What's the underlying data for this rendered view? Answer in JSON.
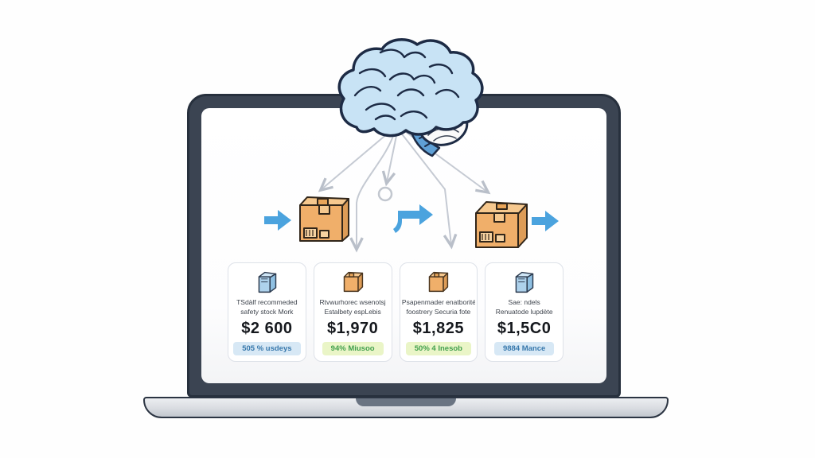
{
  "scene": {
    "description": "Illustration of an AI brain above a laptop, fanning decisions out to shipping boxes and four inventory recommendation cards",
    "colors": {
      "accent_blue_arrow": "#4ba3de",
      "box_orange": "#f0af6a",
      "box_orange_top": "#f6c88e",
      "box_orange_side": "#dd9c57",
      "brain_fill": "#c8e3f5",
      "brain_outline": "#1d2b45",
      "bezel_dark": "#3b4452",
      "base_gray": "#d9dce1",
      "fan_line_gray": "#c5cad3",
      "badge_blue_bg": "#d7e8f5",
      "badge_blue_text": "#3778ac",
      "badge_green_bg": "#eaf5c7",
      "badge_green_text": "#42a04d"
    }
  },
  "cards": [
    {
      "icon": "blue-box-icon",
      "line1": "TSdàlf recommeded",
      "line2": "safety stock Mork",
      "price": "$2 600",
      "badge": "505 % usdeys",
      "badge_color": "blue"
    },
    {
      "icon": "orange-box-icon",
      "line1": "Rtvwurhorec wsenotsj",
      "line2": "Estalbety espLebis",
      "price": "$1,970",
      "badge": "94% Miusoo",
      "badge_color": "green"
    },
    {
      "icon": "orange-box-icon",
      "line1": "Psapenmader enatborité",
      "line2": "foostrery Securia fote",
      "price": "$1,825",
      "badge": "50% 4 Inesob",
      "badge_color": "green"
    },
    {
      "icon": "blue-box-icon",
      "line1": "Sae: ndels",
      "line2": "Renuatode lupdète",
      "price": "$1,5C0",
      "badge": "9884 Mance",
      "badge_color": "blue"
    }
  ]
}
